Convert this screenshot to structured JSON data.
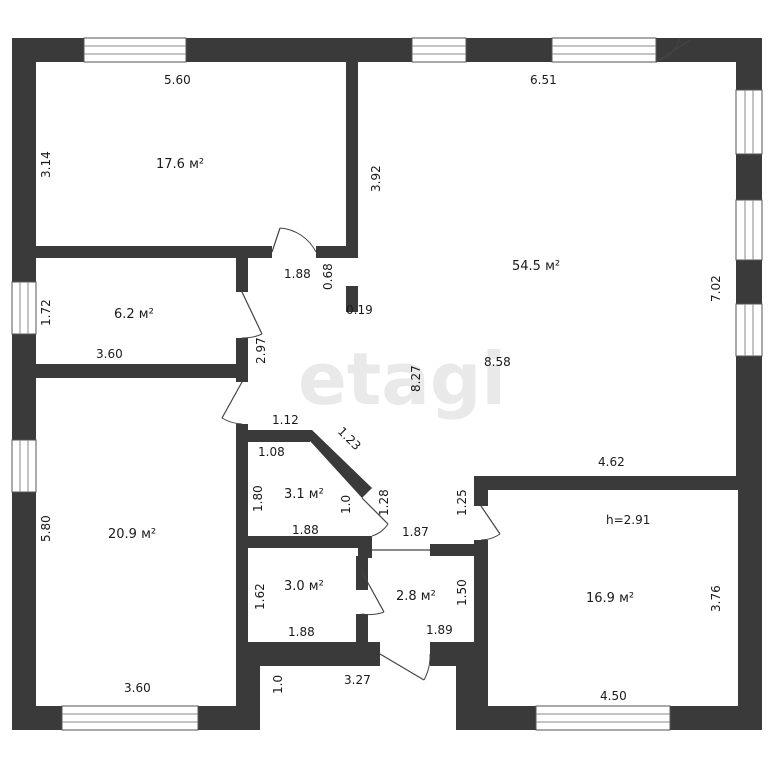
{
  "watermark": "etagi",
  "rooms": [
    {
      "id": "room-top-left",
      "area": "17.6 м²"
    },
    {
      "id": "room-main",
      "area": "54.5 м²"
    },
    {
      "id": "room-small-left",
      "area": "6.2 м²"
    },
    {
      "id": "room-bottom-left",
      "area": "20.9 м²"
    },
    {
      "id": "room-closet-upper",
      "area": "3.1 м²"
    },
    {
      "id": "room-closet-lower",
      "area": "3.0 м²"
    },
    {
      "id": "room-bath",
      "area": "2.8 м²"
    },
    {
      "id": "room-bottom-right",
      "area": "16.9 м²"
    }
  ],
  "ceiling_height": "h=2.91",
  "dimensions": {
    "d_5_60": "5.60",
    "d_6_51": "6.51",
    "d_3_14": "3.14",
    "d_3_92": "3.92",
    "d_1_88_top": "1.88",
    "d_0_68": "0.68",
    "d_0_19": "0.19",
    "d_1_72": "1.72",
    "d_3_60_mid": "3.60",
    "d_2_97": "2.97",
    "d_8_27": "8.27",
    "d_8_58": "8.58",
    "d_7_02": "7.02",
    "d_1_12": "1.12",
    "d_1_23": "1.23",
    "d_1_08": "1.08",
    "d_4_62": "4.62",
    "d_1_80": "1.80",
    "d_1_0_closet": "1.0",
    "d_1_28": "1.28",
    "d_1_25": "1.25",
    "d_5_80": "5.80",
    "d_1_88_c1": "1.88",
    "d_1_87": "1.87",
    "d_1_62": "1.62",
    "d_1_50": "1.50",
    "d_3_76": "3.76",
    "d_1_88_c2": "1.88",
    "d_1_89": "1.89",
    "d_1_0_porch": "1.0",
    "d_3_27": "3.27",
    "d_3_60_bottom": "3.60",
    "d_4_50": "4.50"
  },
  "colors": {
    "wall": "#3a3a3a",
    "watermark": "#e9e9e9"
  }
}
